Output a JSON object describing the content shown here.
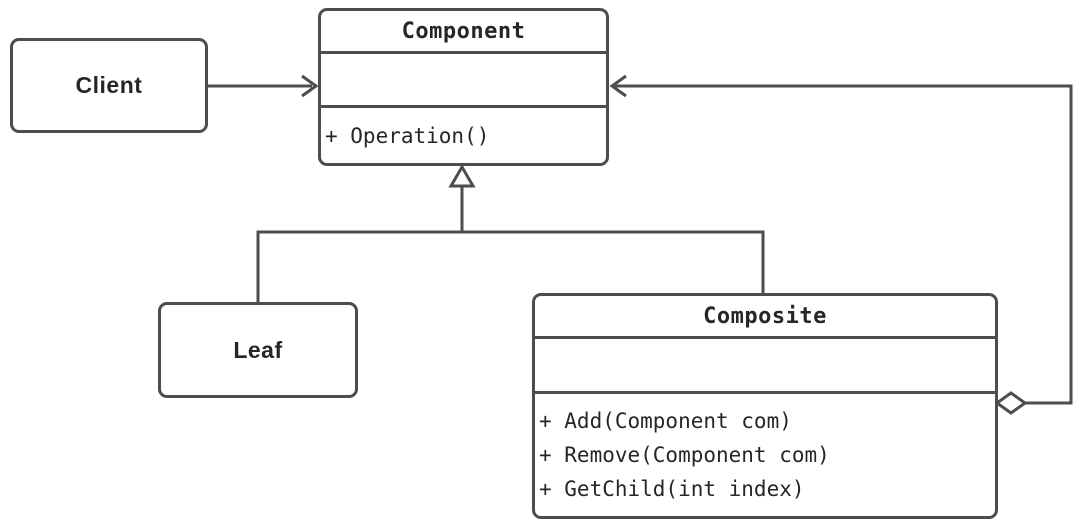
{
  "classes": {
    "client": {
      "name": "Client"
    },
    "component": {
      "name": "Component",
      "methods": [
        "+ Operation()"
      ]
    },
    "leaf": {
      "name": "Leaf"
    },
    "composite": {
      "name": "Composite",
      "methods": [
        "+ Add(Component com)",
        "+ Remove(Component com)",
        "+ GetChild(int index)"
      ]
    }
  },
  "relationships": {
    "client_component": "association-arrow",
    "leaf_component": "inheritance",
    "composite_component": "inheritance",
    "composite_aggregation": "aggregation-of-component"
  },
  "colors": {
    "line": "#4d4d4d",
    "text": "#262626",
    "background": "#ffffff"
  }
}
